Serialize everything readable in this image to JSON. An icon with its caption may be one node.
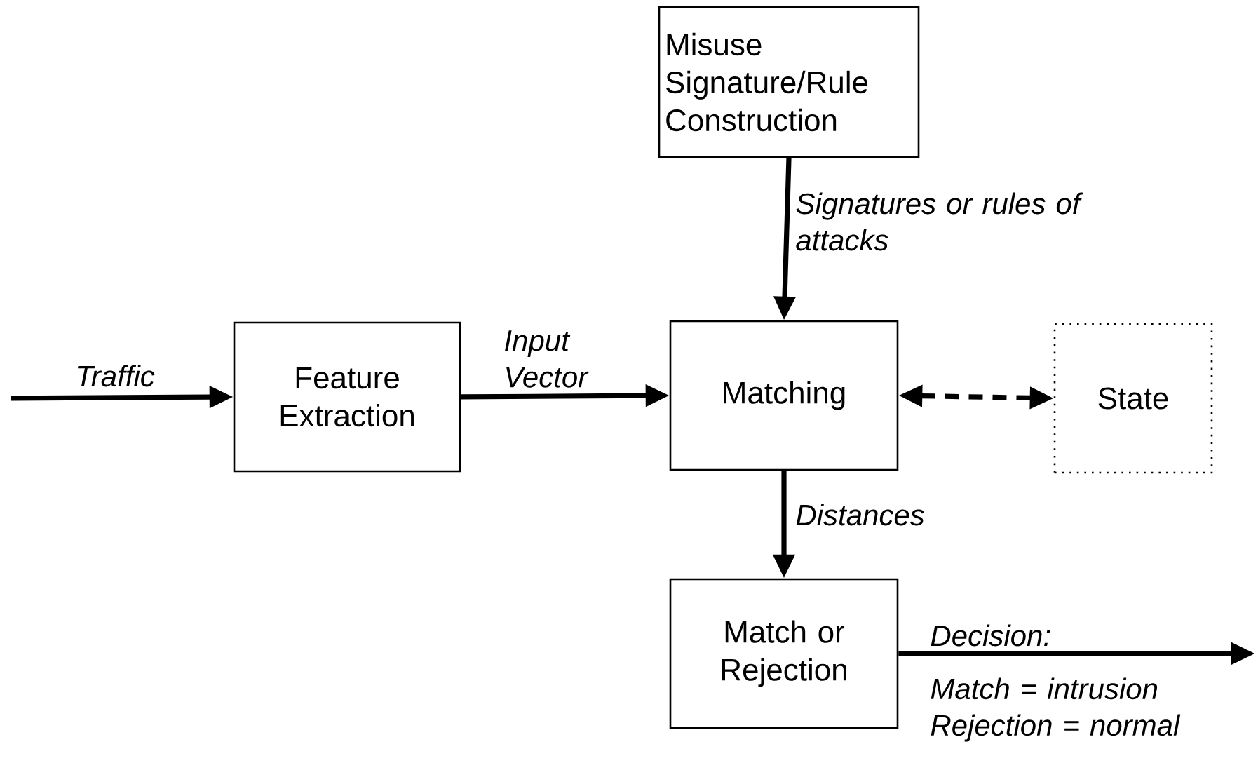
{
  "diagram": {
    "nodes": [
      {
        "text": [
          "Misuse Signature/Rule Construction"
        ]
      },
      {
        "text": [
          "Feature Extraction"
        ]
      },
      {
        "text": [
          "Matching"
        ]
      },
      {
        "text": [
          "State"
        ]
      },
      {
        "text": [
          "Match or Rejection"
        ]
      }
    ],
    "edges": [
      {
        "from": null,
        "to": 1,
        "arrow": "to",
        "label": "Traffic"
      },
      {
        "from": 1,
        "to": 2,
        "arrow": "to",
        "label": "Input Vector"
      },
      {
        "from": 0,
        "to": 2,
        "arrow": "to",
        "label": "Signatures or rules of attacks"
      },
      {
        "from": 2,
        "to": 3,
        "arrow": "both",
        "style": "dashed"
      },
      {
        "from": 2,
        "to": 4,
        "arrow": "to",
        "label": "Distances"
      },
      {
        "from": 4,
        "to": null,
        "arrow": "to",
        "label": "Decision:"
      }
    ],
    "labels": [
      "Match = intrusion Rejection = normal"
    ]
  }
}
